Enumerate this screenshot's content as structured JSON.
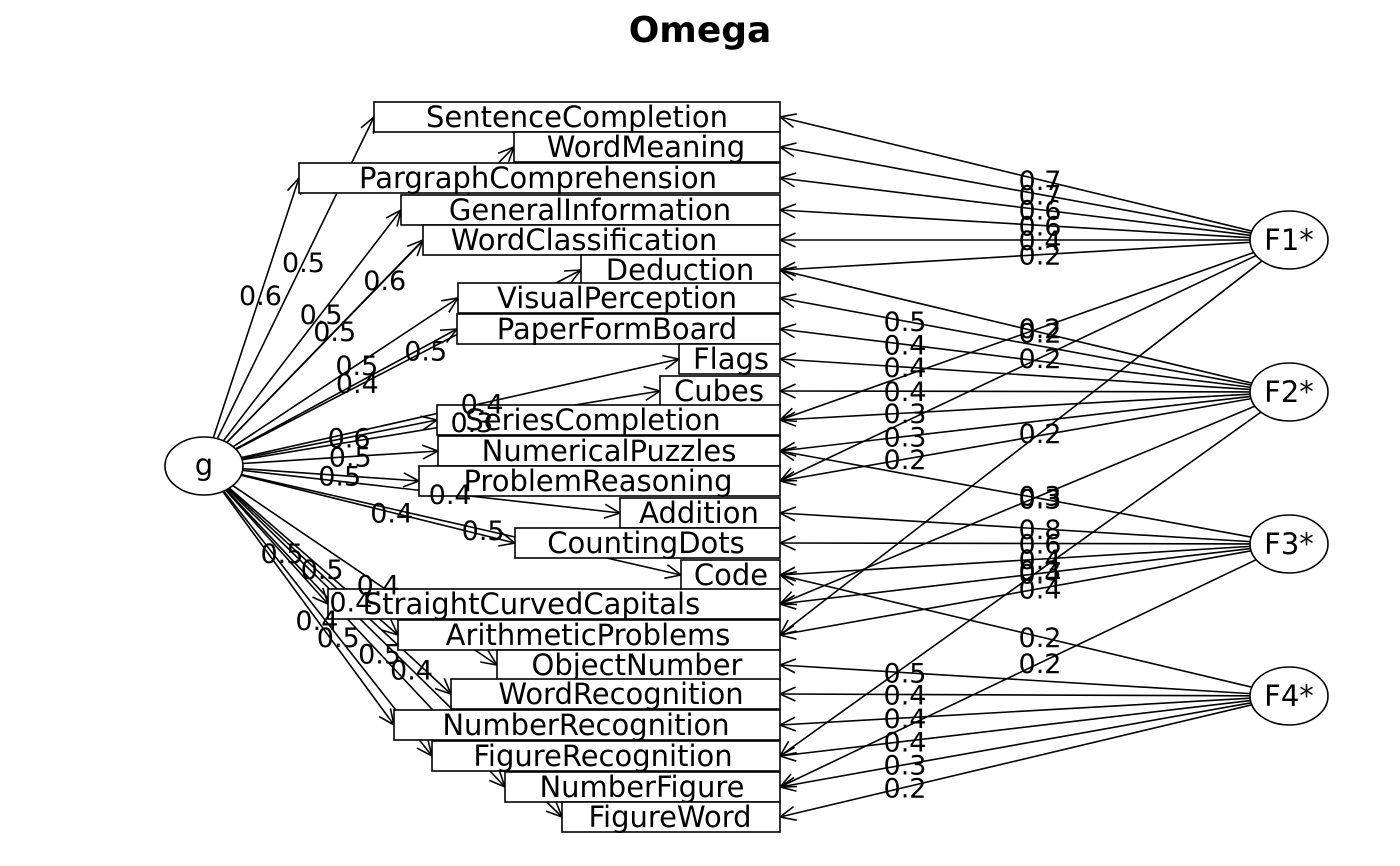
{
  "title": "Omega",
  "chart_data": {
    "type": "diagram",
    "diagram_kind": "bifactor omega path diagram",
    "title": "Omega",
    "general_factor": "g",
    "group_factors": [
      "F1*",
      "F2*",
      "F3*",
      "F4*"
    ],
    "variables": [
      "SentenceCompletion",
      "WordMeaning",
      "PargraphComprehension",
      "GeneralInformation",
      "WordClassification",
      "Deduction",
      "VisualPerception",
      "PaperFormBoard",
      "Flags",
      "Cubes",
      "SeriesCompletion",
      "NumericalPuzzles",
      "ProblemReasoning",
      "Addition",
      "CountingDots",
      "Code",
      "StraightCurvedCapitals",
      "ArithmeticProblems",
      "ObjectNumber",
      "WordRecognition",
      "NumberRecognition",
      "FigureRecognition",
      "NumberFigure",
      "FigureWord"
    ],
    "g_loadings": [
      {
        "to": "SentenceCompletion",
        "value": 0.5
      },
      {
        "to": "WordMeaning",
        "value": 0.6
      },
      {
        "to": "PargraphComprehension",
        "value": 0.6
      },
      {
        "to": "GeneralInformation",
        "value": 0.5
      },
      {
        "to": "WordClassification",
        "value": 0.5
      },
      {
        "to": "Deduction",
        "value": 0.5
      },
      {
        "to": "VisualPerception",
        "value": 0.5
      },
      {
        "to": "PaperFormBoard",
        "value": 0.4
      },
      {
        "to": "Flags",
        "value": 0.4
      },
      {
        "to": "Cubes",
        "value": 0.3
      },
      {
        "to": "SeriesCompletion",
        "value": 0.6
      },
      {
        "to": "NumericalPuzzles",
        "value": 0.5
      },
      {
        "to": "ProblemReasoning",
        "value": 0.5
      },
      {
        "to": "Addition",
        "value": 0.4
      },
      {
        "to": "CountingDots",
        "value": 0.4
      },
      {
        "to": "Code",
        "value": 0.5
      },
      {
        "to": "StraightCurvedCapitals",
        "value": 0.5
      },
      {
        "to": "ArithmeticProblems",
        "value": 0.5
      },
      {
        "to": "ObjectNumber",
        "value": 0.4
      },
      {
        "to": "WordRecognition",
        "value": 0.4
      },
      {
        "to": "NumberRecognition",
        "value": 0.4
      },
      {
        "to": "FigureRecognition",
        "value": 0.5
      },
      {
        "to": "NumberFigure",
        "value": 0.5
      },
      {
        "to": "FigureWord",
        "value": 0.4
      }
    ],
    "group_loadings": [
      {
        "from": "F1*",
        "to": "SentenceCompletion",
        "value": 0.7
      },
      {
        "from": "F1*",
        "to": "WordMeaning",
        "value": 0.7
      },
      {
        "from": "F1*",
        "to": "PargraphComprehension",
        "value": 0.6
      },
      {
        "from": "F1*",
        "to": "GeneralInformation",
        "value": 0.6
      },
      {
        "from": "F1*",
        "to": "WordClassification",
        "value": 0.4
      },
      {
        "from": "F1*",
        "to": "Deduction",
        "value": 0.2
      },
      {
        "from": "F1*",
        "to": "SeriesCompletion",
        "value": 0.2,
        "cross": true
      },
      {
        "from": "F1*",
        "to": "ProblemReasoning",
        "value": 0.2,
        "cross": true
      },
      {
        "from": "F1*",
        "to": "ArithmeticProblems",
        "value": 0.2,
        "cross": true
      },
      {
        "from": "F2*",
        "to": "Deduction",
        "value": 0.2,
        "cross": true
      },
      {
        "from": "F2*",
        "to": "VisualPerception",
        "value": 0.5
      },
      {
        "from": "F2*",
        "to": "PaperFormBoard",
        "value": 0.4
      },
      {
        "from": "F2*",
        "to": "Flags",
        "value": 0.4
      },
      {
        "from": "F2*",
        "to": "Cubes",
        "value": 0.4
      },
      {
        "from": "F2*",
        "to": "SeriesCompletion",
        "value": 0.3
      },
      {
        "from": "F2*",
        "to": "NumericalPuzzles",
        "value": 0.3
      },
      {
        "from": "F2*",
        "to": "ProblemReasoning",
        "value": 0.2
      },
      {
        "from": "F2*",
        "to": "StraightCurvedCapitals",
        "value": 0.3,
        "cross": true
      },
      {
        "from": "F2*",
        "to": "FigureRecognition",
        "value": 0.3,
        "cross": true
      },
      {
        "from": "F3*",
        "to": "NumericalPuzzles",
        "value": 0.3,
        "cross": true
      },
      {
        "from": "F3*",
        "to": "Addition",
        "value": 0.8
      },
      {
        "from": "F3*",
        "to": "CountingDots",
        "value": 0.6
      },
      {
        "from": "F3*",
        "to": "Code",
        "value": 0.4
      },
      {
        "from": "F3*",
        "to": "StraightCurvedCapitals",
        "value": 0.4
      },
      {
        "from": "F3*",
        "to": "ArithmeticProblems",
        "value": 0.4
      },
      {
        "from": "F3*",
        "to": "NumberFigure",
        "value": 0.2,
        "cross": true
      },
      {
        "from": "F4*",
        "to": "Code",
        "value": 0.2,
        "cross": true
      },
      {
        "from": "F4*",
        "to": "ObjectNumber",
        "value": 0.5
      },
      {
        "from": "F4*",
        "to": "WordRecognition",
        "value": 0.4
      },
      {
        "from": "F4*",
        "to": "NumberRecognition",
        "value": 0.4
      },
      {
        "from": "F4*",
        "to": "FigureRecognition",
        "value": 0.4
      },
      {
        "from": "F4*",
        "to": "NumberFigure",
        "value": 0.3
      },
      {
        "from": "F4*",
        "to": "FigureWord",
        "value": 0.2
      }
    ]
  }
}
